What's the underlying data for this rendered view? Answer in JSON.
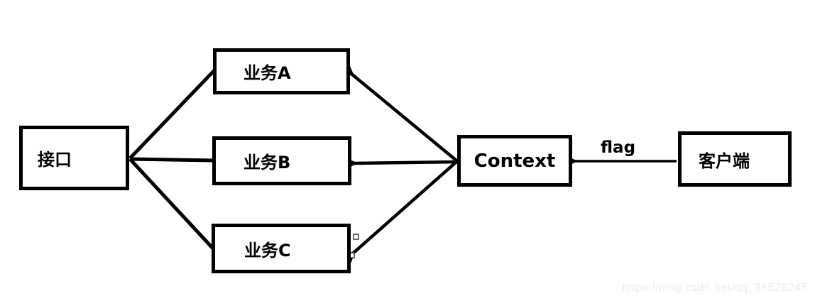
{
  "diagram": {
    "nodes": {
      "jiekou": {
        "label": "接口"
      },
      "yewu_a": {
        "label": "业务A"
      },
      "yewu_b": {
        "label": "业务B"
      },
      "yewu_c": {
        "label": "业务C"
      },
      "context": {
        "label": "Context"
      },
      "kehuduan": {
        "label": "客户端"
      }
    },
    "edges": [
      {
        "from": "接口",
        "to": "业务A",
        "arrow": "none"
      },
      {
        "from": "接口",
        "to": "业务B",
        "arrow": "none"
      },
      {
        "from": "接口",
        "to": "业务C",
        "arrow": "none"
      },
      {
        "from": "Context",
        "to": "业务A",
        "arrow": "open-arrowhead-at-to"
      },
      {
        "from": "Context",
        "to": "业务B",
        "arrow": "open-arrowhead-at-to"
      },
      {
        "from": "Context",
        "to": "业务C",
        "arrow": "open-arrowhead-at-to"
      },
      {
        "from": "客户端",
        "to": "Context",
        "arrow": "open-arrowhead-at-to",
        "label": "flag"
      }
    ]
  },
  "watermark": {
    "text": "https://blog.csdn.net/qq_38526245"
  },
  "colors": {
    "line": "#000000",
    "background": "#ffffff",
    "watermark_text": "#ececec",
    "selection_handle_fill": "#ffffff",
    "selection_handle_border": "#3c3c3c"
  }
}
